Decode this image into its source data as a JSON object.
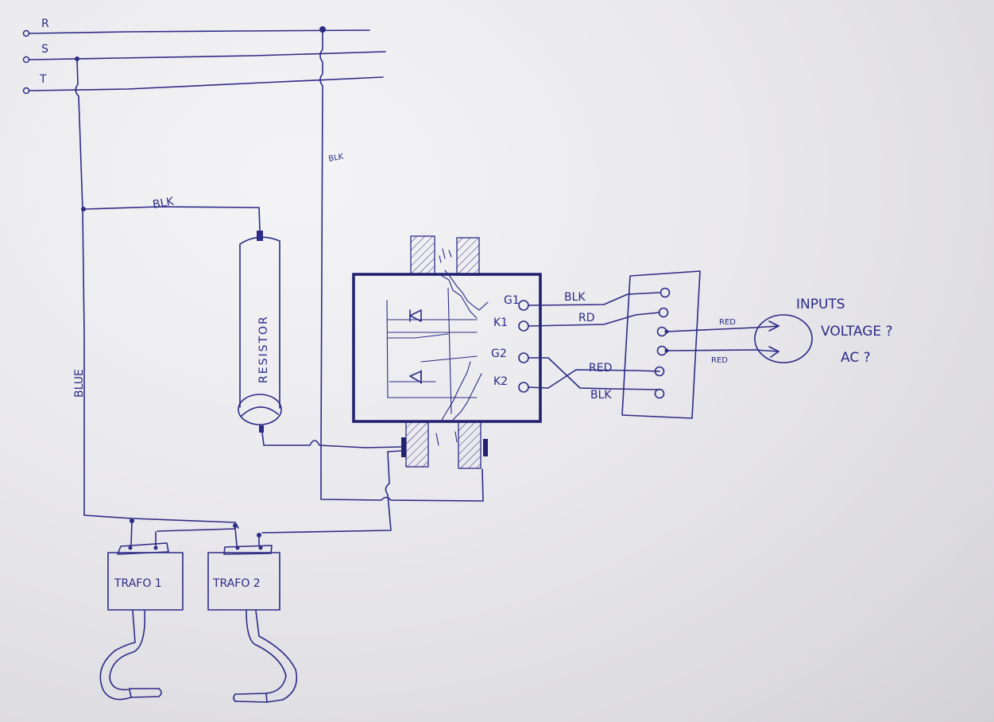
{
  "diagram": {
    "phases": {
      "r": "R",
      "s": "S",
      "t": "T"
    },
    "wire_labels": {
      "blk_right_vertical": "BLK",
      "blk_resistor_feed": "BLK",
      "blue_left_vertical": "BLUE",
      "blk_g1": "BLK",
      "rd_k1": "RD",
      "red_g2": "RED",
      "blk_k2": "BLK",
      "red_input_1": "RED",
      "red_input_2": "RED"
    },
    "resistor": "RESISTOR",
    "module_terminals": {
      "g1": "G1",
      "k1": "K1",
      "g2": "G2",
      "k2": "K2"
    },
    "transformers": {
      "trafo1": "TRAFO 1",
      "trafo2": "TRAFO 2"
    },
    "notes": {
      "inputs": "INPUTS",
      "voltage": "VOLTAGE ?",
      "ac": "AC ?"
    }
  }
}
